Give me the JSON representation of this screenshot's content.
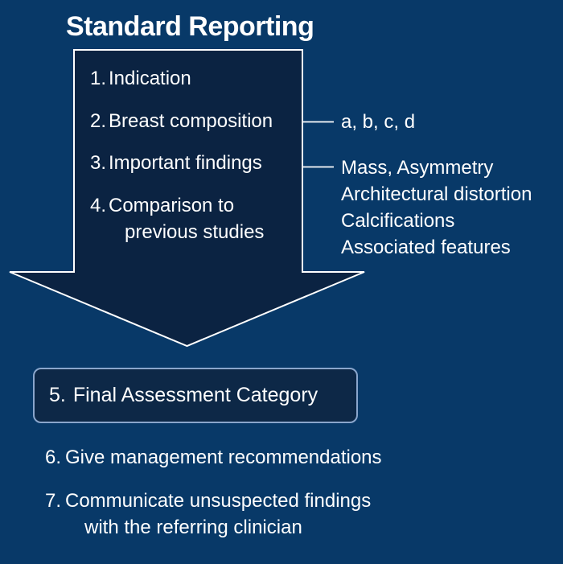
{
  "colors": {
    "bg": "#083968",
    "shape_fill": "#0b2342",
    "shape_outline": "#ffffff",
    "box5_fill": "#0d2847",
    "box5_border": "#8aa6cc",
    "text": "#ffffff"
  },
  "title": "Standard Reporting",
  "flow_box": {
    "items": [
      {
        "number": "1.",
        "label": "Indication"
      },
      {
        "number": "2.",
        "label": "Breast composition"
      },
      {
        "number": "3.",
        "label": "Important findings"
      },
      {
        "number": "4.",
        "label": "Comparison to previous studies"
      }
    ]
  },
  "annotations": {
    "composition_categories": "a, b, c, d",
    "finding_types": [
      "Mass, Asymmetry",
      "Architectural distortion",
      "Calcifications",
      "Associated features"
    ]
  },
  "assessment_box": {
    "number": "5.",
    "label": "Final Assessment Category"
  },
  "footer_items": [
    {
      "number": "6.",
      "label": "Give management recommendations"
    },
    {
      "number": "7.",
      "label": "Communicate unsuspected findings with the referring clinician"
    }
  ]
}
